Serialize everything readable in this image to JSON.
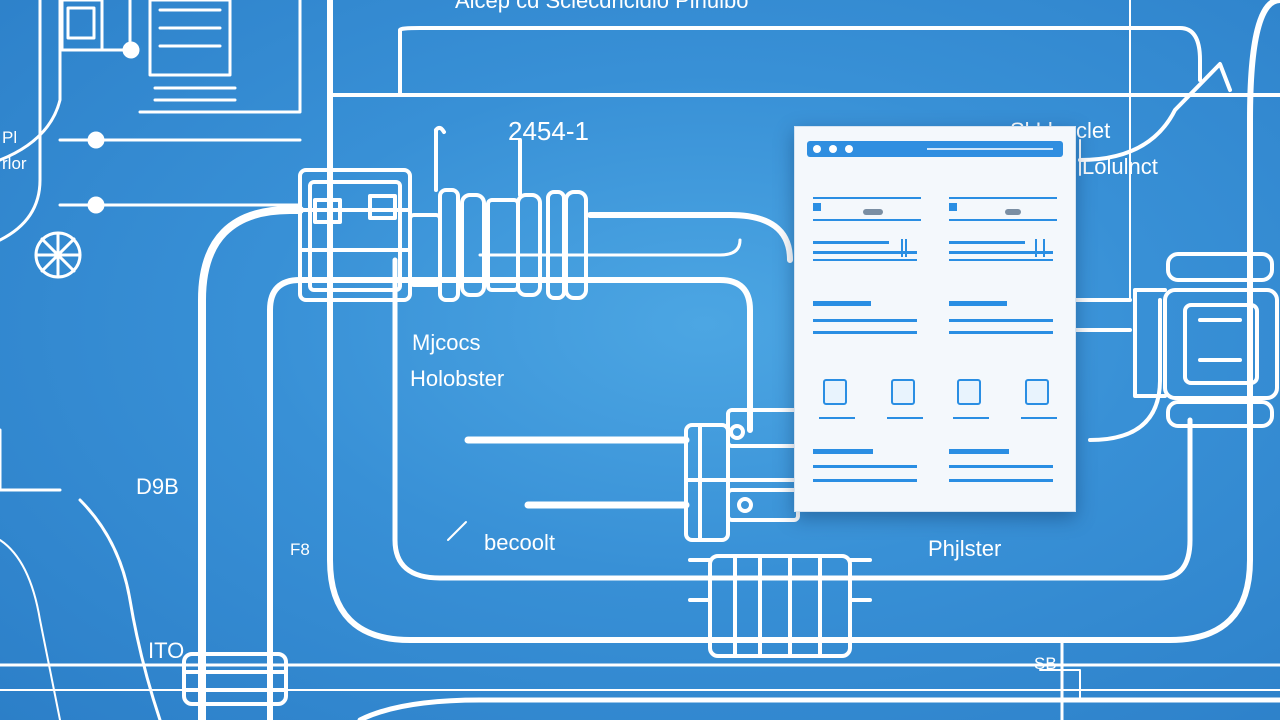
{
  "labels": {
    "top_banner": "Alcep cd Sclecdrlcldlo Plnulbo",
    "part_number": "2454-1",
    "component_name_line1": "Mjcocs",
    "component_name_line2": "Holobster",
    "lower_label": "becoolt",
    "right_top_line1": "Sl Llucclet",
    "right_top_line2": "Lolulnct",
    "right_bottom": "Phjlster",
    "left_top_line1": "Pl",
    "left_top_line2": "rlor",
    "left_mid": "D9B",
    "left_lower": "F8",
    "left_bottom": "ITO",
    "bottom_right": "SB"
  },
  "colors": {
    "background": "#3890d6",
    "linework": "#ffffff",
    "window_bg": "#f4f8fc",
    "window_accent": "#2a8ee3"
  },
  "icons": [
    "window-icon",
    "document-icon",
    "folder-icon",
    "cloud-icon"
  ]
}
